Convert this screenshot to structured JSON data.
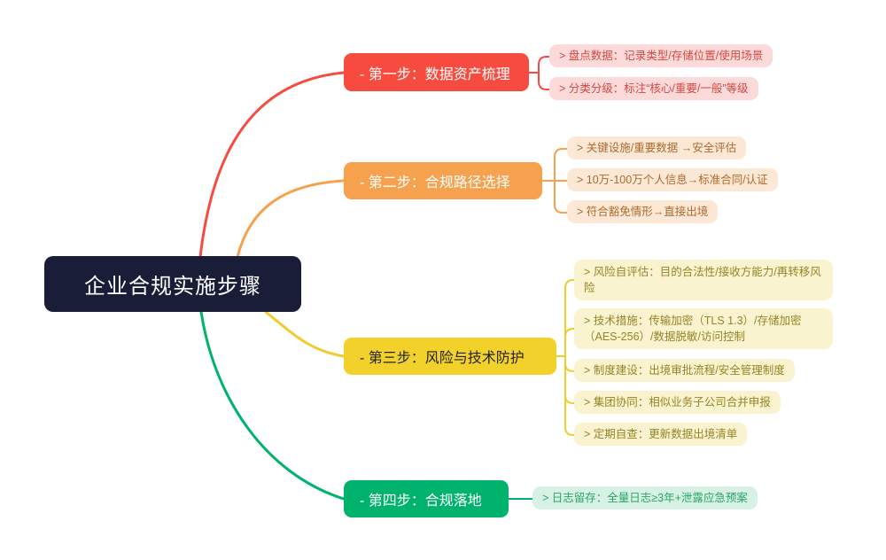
{
  "central": {
    "label": "企业合规实施步骤",
    "bg": "#191d37",
    "text_color": "#ffffff"
  },
  "branches": [
    {
      "id": "step1",
      "label": "- 第一步：数据资产梳理",
      "color": "#f84b40",
      "child_bg": "#fcdada",
      "child_text_color": "#d6473f",
      "children": [
        {
          "text": "> 盘点数据：记录类型/存储位置/使用场景"
        },
        {
          "text": "> 分类分级：标注“核心/重要/一般”等级"
        }
      ]
    },
    {
      "id": "step2",
      "label": "- 第二步：合规路径选择",
      "color": "#f6a14e",
      "child_bg": "#fce8d5",
      "child_text_color": "#ad6a2e",
      "children": [
        {
          "text": "> 关键设施/重要数据 →安全评估"
        },
        {
          "text": "> 10万-100万个人信息→标准合同/认证"
        },
        {
          "text": "> 符合豁免情形→直接出境"
        }
      ]
    },
    {
      "id": "step3",
      "label": "- 第三步：风险与技术防护",
      "color": "#f2d22a",
      "label_text_color": "#222222",
      "child_bg": "#faf3cf",
      "child_text_color": "#958426",
      "children": [
        {
          "text": "> 风险自评估：目的合法性/接收方能力/再转移风险"
        },
        {
          "text": "> 技术措施：传输加密（TLS 1.3）/存储加密（AES-256）/数据脱敏/访问控制"
        },
        {
          "text": "> 制度建设：出境审批流程/安全管理制度"
        },
        {
          "text": "> 集团协同：相似业务子公司合并申报"
        },
        {
          "text": "> 定期自查：更新数据出境清单"
        }
      ]
    },
    {
      "id": "step4",
      "label": "- 第四步：合规落地",
      "color": "#00b36d",
      "child_bg": "#d7f2e4",
      "child_text_color": "#2aa566",
      "children": [
        {
          "text": "> 日志留存：全量日志≥3年+泄露应急预案"
        }
      ]
    }
  ]
}
